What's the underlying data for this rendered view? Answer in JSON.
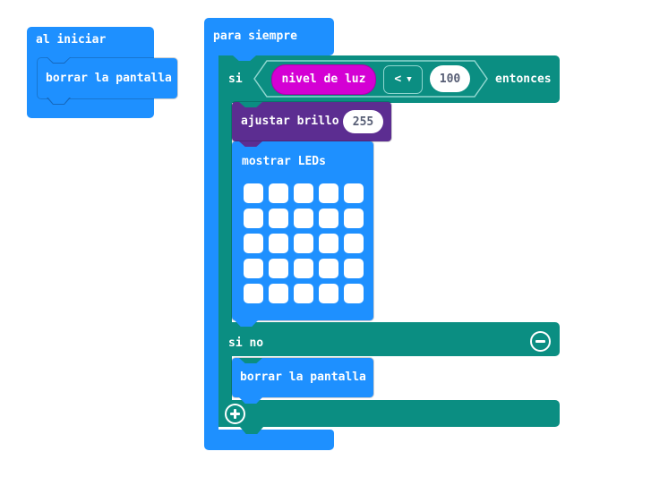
{
  "colors": {
    "basic_blue": "#1E90FF",
    "logic_teal": "#0b8e82",
    "led_purple": "#5c2d91",
    "input_magenta": "#d400d4",
    "value_text": "#575e75"
  },
  "blocks": {
    "on_start": {
      "label": "al iniciar"
    },
    "clear_screen_start": {
      "label": "borrar la pantalla"
    },
    "forever": {
      "label": "para siempre"
    },
    "if": {
      "if_label": "si",
      "then_label": "entonces",
      "else_label": "si no"
    },
    "condition": {
      "variable": "nivel de luz",
      "operator": "<",
      "value": "100"
    },
    "set_brightness": {
      "label": "ajustar brillo",
      "value": "255"
    },
    "show_leds": {
      "label": "mostrar LEDs",
      "grid": [
        [
          0,
          0,
          0,
          0,
          0
        ],
        [
          0,
          0,
          0,
          0,
          0
        ],
        [
          0,
          0,
          0,
          0,
          0
        ],
        [
          0,
          0,
          0,
          0,
          0
        ],
        [
          0,
          0,
          0,
          0,
          0
        ]
      ]
    },
    "clear_screen_else": {
      "label": "borrar la pantalla"
    }
  },
  "icons": {
    "dropdown_arrow": "▼",
    "remove_branch": "minus-icon",
    "add_branch": "plus-icon"
  }
}
